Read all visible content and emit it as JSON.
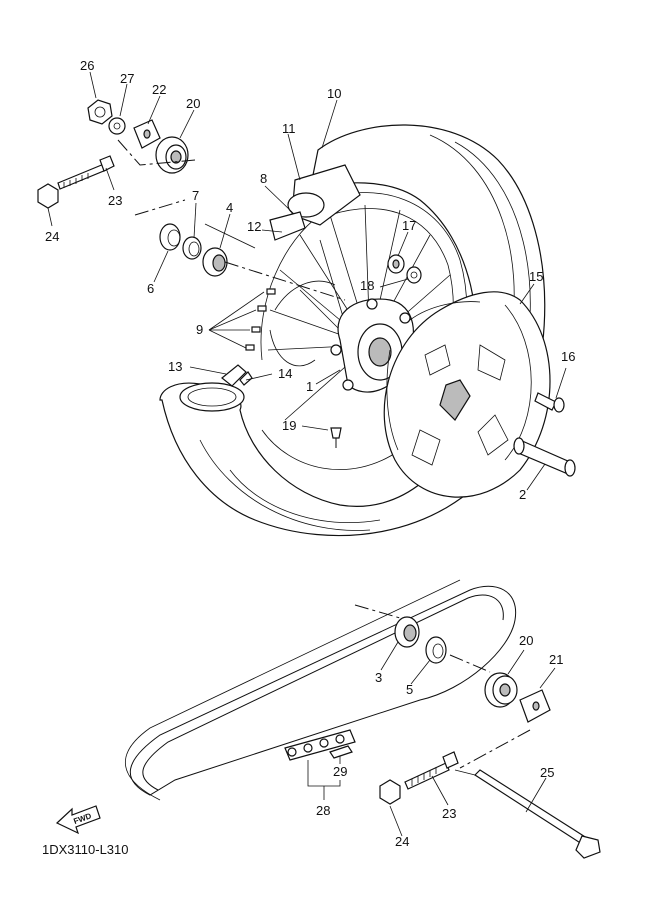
{
  "callouts": {
    "p1": "1",
    "p2": "2",
    "p3": "3",
    "p4": "4",
    "p5": "5",
    "p6": "6",
    "p7": "7",
    "p8": "8",
    "p9": "9",
    "p10": "10",
    "p11": "11",
    "p12": "12",
    "p13": "13",
    "p14": "14",
    "p15": "15",
    "p16": "16",
    "p17": "17",
    "p18": "18",
    "p19": "19",
    "p20a": "20",
    "p20b": "20",
    "p21": "21",
    "p22": "22",
    "p23a": "23",
    "p23b": "23",
    "p24a": "24",
    "p24b": "24",
    "p25": "25",
    "p26": "26",
    "p27": "27",
    "p28": "28",
    "p29": "29"
  },
  "fwd_label": "FWD",
  "diagram_code": "1DX3110-L310"
}
